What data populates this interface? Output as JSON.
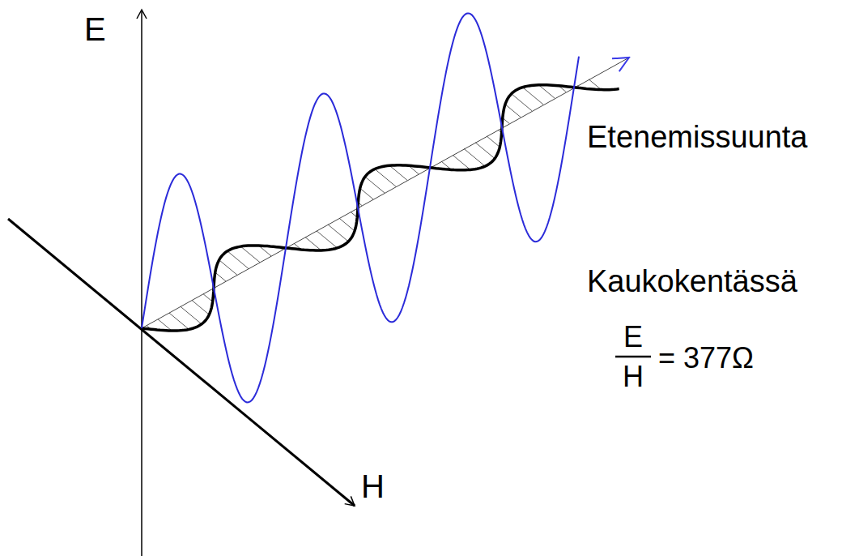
{
  "diagram": {
    "labels": [
      "E",
      "H",
      "Etenemissuunta",
      "Kaukokentässä",
      "E",
      "H",
      "= 377Ω"
    ]
  }
}
